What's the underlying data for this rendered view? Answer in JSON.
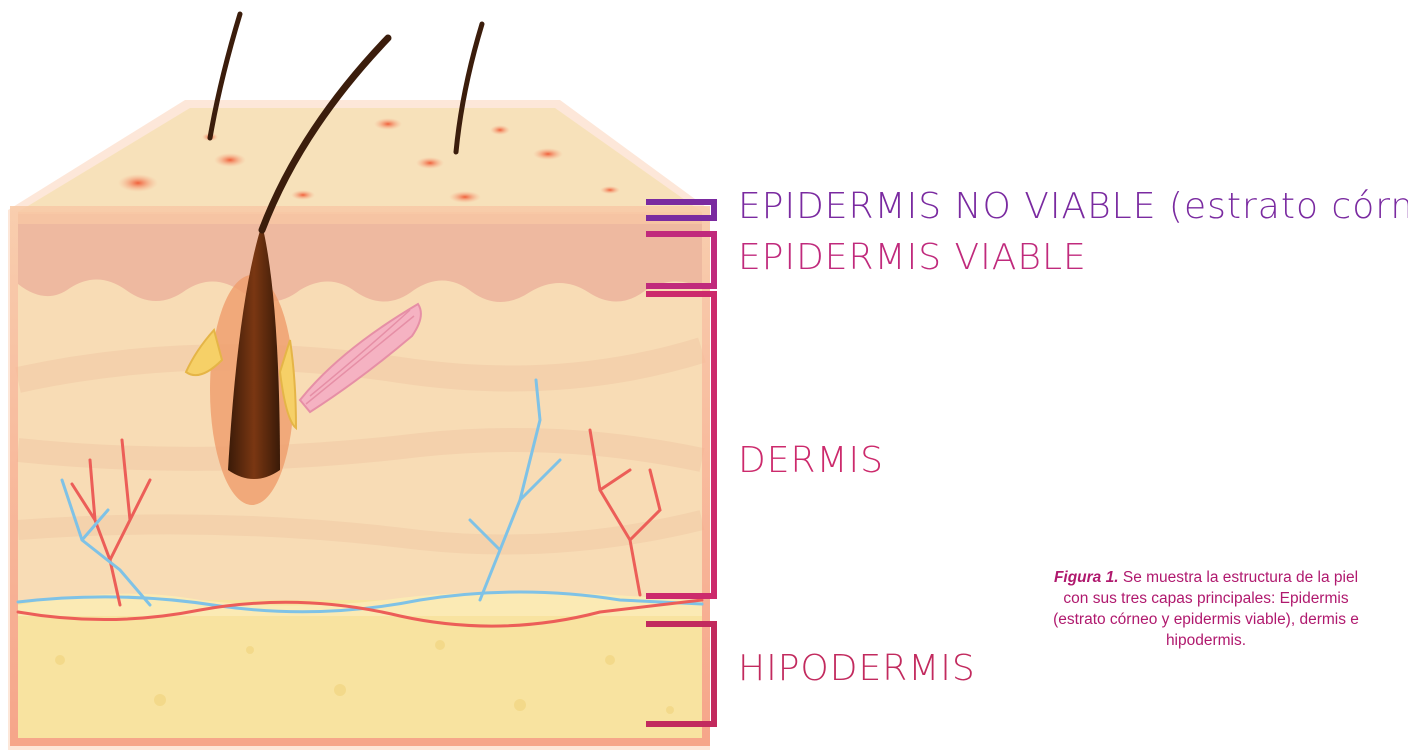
{
  "labels": {
    "epidermis_no_viable": "EPIDERMIS NO VIABLE (estrato córneo)",
    "epidermis_viable": "EPIDERMIS VIABLE",
    "dermis": "DERMIS",
    "hipodermis": "HIPODERMIS"
  },
  "caption": {
    "figure_label": "Figura 1.",
    "text_lines": [
      " Se muestra la estructura de la piel",
      "con sus tres capas principales: Epidermis",
      "(estrato córneo y epidermis viable), dermis e",
      "hipodermis."
    ]
  },
  "colors": {
    "epidermis_no_viable": "#7a2aa0",
    "epidermis_viable": "#c02a7c",
    "dermis": "#cc2a6c",
    "hipodermis": "#c22a5e",
    "caption": "#b0196e"
  }
}
